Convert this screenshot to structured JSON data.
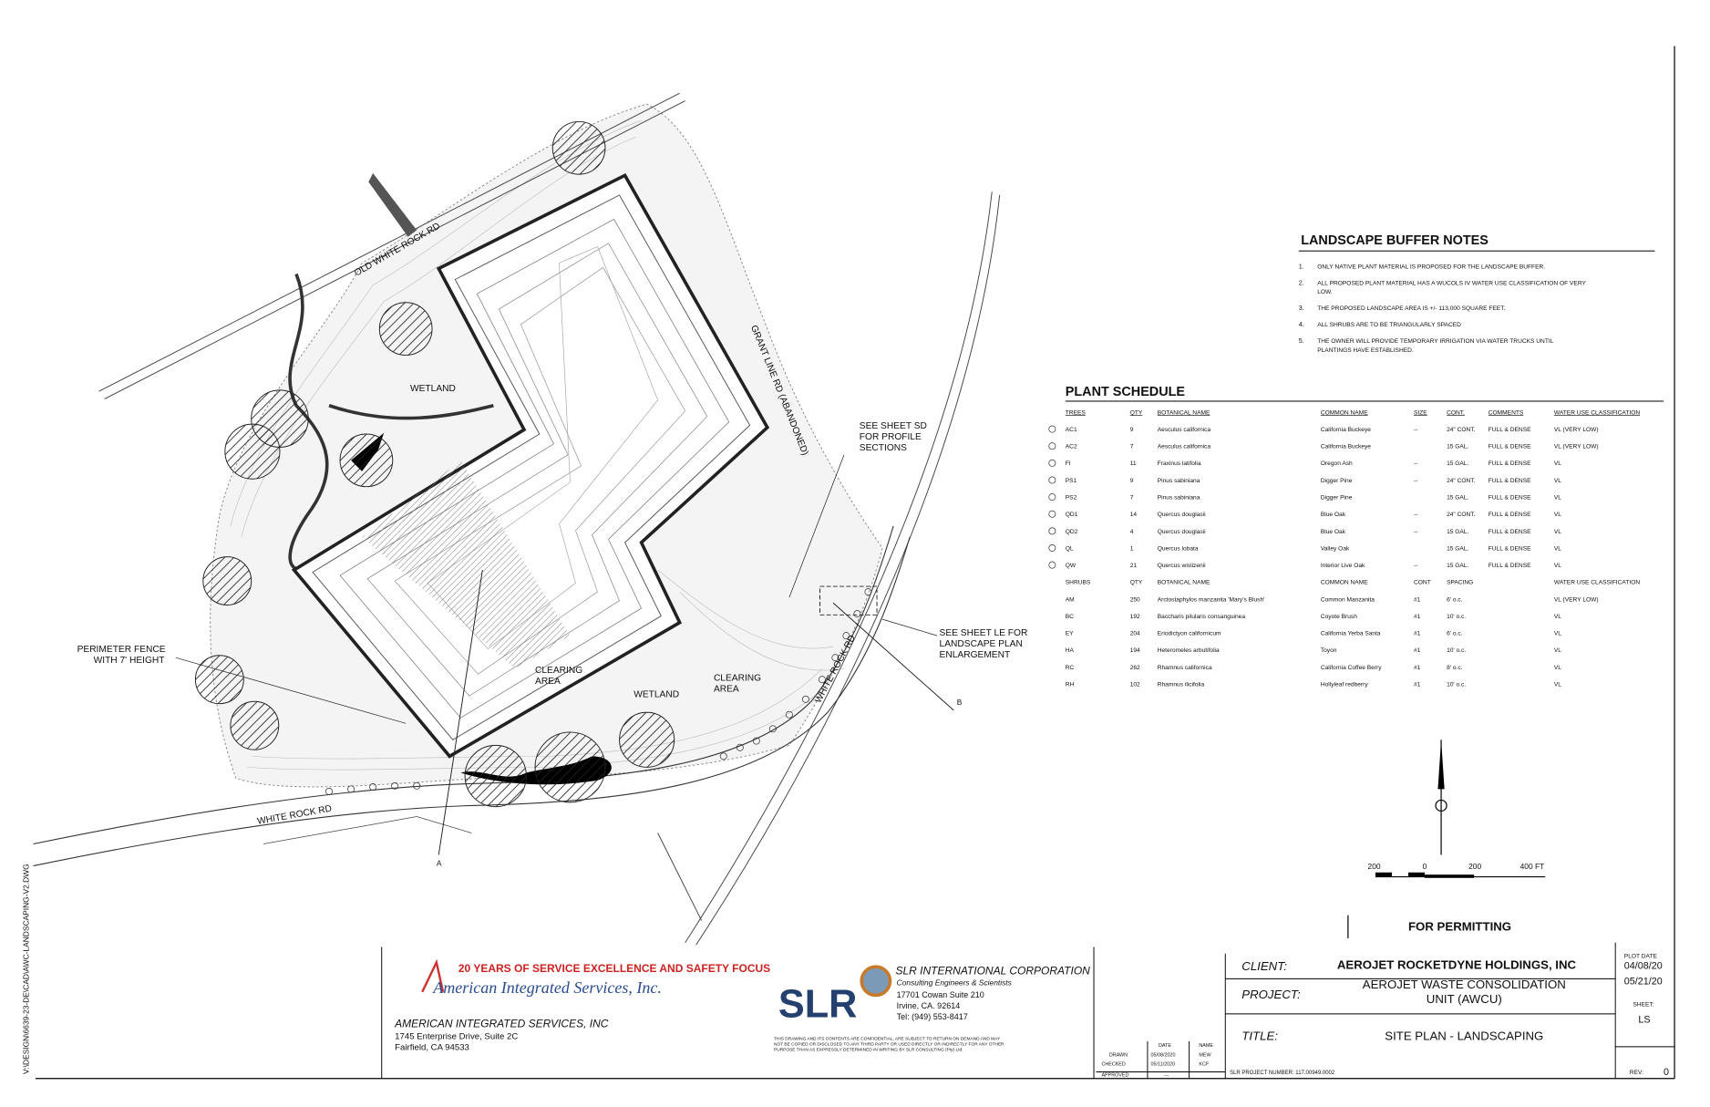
{
  "file_path": "V:\\DESIGN\\6639-23-DE\\CAD\\AWC-LANDSCAPING-V2.DWG",
  "plan_labels": {
    "old_white_rock_rd": "OLD WHITE ROCK RD",
    "grant_line_rd": "GRANT LINE RD (ABANDONED)",
    "white_rock_rd_east": "WHITE ROCK RD",
    "white_rock_rd_south": "WHITE ROCK RD",
    "wetland_north": "WETLAND",
    "wetland_south": "WETLAND",
    "clearing_area_1": [
      "CLEARING",
      "AREA"
    ],
    "clearing_area_2": [
      "CLEARING",
      "AREA"
    ],
    "see_sheet_sd": [
      "SEE SHEET SD",
      "FOR PROFILE",
      "SECTIONS"
    ],
    "see_sheet_le": [
      "SEE SHEET LE FOR",
      "LANDSCAPE PLAN",
      "ENLARGEMENT"
    ],
    "perimeter_fence": [
      "PERIMETER FENCE",
      "WITH 7' HEIGHT"
    ],
    "section_a": "A",
    "section_b": "B"
  },
  "scale_bar": {
    "ticks": [
      "200",
      "0",
      "200",
      "400 FT"
    ]
  },
  "for_permitting": "FOR PERMITTING",
  "buffer_notes": {
    "title": "LANDSCAPE BUFFER NOTES",
    "items": [
      {
        "num": "1.",
        "lines": [
          "ONLY NATIVE PLANT MATERIAL IS PROPOSED FOR THE LANDSCAPE BUFFER."
        ]
      },
      {
        "num": "2.",
        "lines": [
          "ALL PROPOSED PLANT MATERIAL HAS A WUCOLS IV WATER USE CLASSIFICATION OF VERY",
          "LOW."
        ]
      },
      {
        "num": "3.",
        "lines": [
          "THE PROPOSED LANDSCAPE AREA IS +/- 113,000 SQUARE FEET."
        ]
      },
      {
        "num": "4.",
        "lines": [
          "ALL SHRUBS ARE TO BE TRIANGULARLY SPACED"
        ]
      },
      {
        "num": "5.",
        "lines": [
          "THE OWNER WILL PROVIDE TEMPORARY IRRIGATION VIA WATER TRUCKS UNTIL",
          "PLANTINGS HAVE ESTABLISHED."
        ]
      }
    ]
  },
  "plant_schedule": {
    "title": "PLANT SCHEDULE",
    "tree_headers": [
      "TREES",
      "QTY",
      "BOTANICAL NAME",
      "COMMON NAME",
      "SIZE",
      "CONT.",
      "COMMENTS",
      "WATER USE CLASSIFICATION"
    ],
    "trees": [
      [
        "AC1",
        "9",
        "Aesculus californica",
        "California Buckeye",
        "--",
        "24\" CONT.",
        "FULL & DENSE",
        "VL (VERY LOW)"
      ],
      [
        "AC2",
        "7",
        "Aesculus californica",
        "California Buckeye",
        "",
        "15 GAL.",
        "FULL & DENSE",
        "VL (VERY LOW)"
      ],
      [
        "FI",
        "11",
        "Fraxinus latifolia",
        "Oregon Ash",
        "--",
        "15 GAL.",
        "FULL & DENSE",
        "VL"
      ],
      [
        "PS1",
        "9",
        "Pinus sabiniana",
        "Digger Pine",
        "--",
        "24\" CONT.",
        "FULL & DENSE",
        "VL"
      ],
      [
        "PS2",
        "7",
        "Pinus sabiniana",
        "Digger Pine",
        "",
        "15 GAL.",
        "FULL & DENSE",
        "VL"
      ],
      [
        "QD1",
        "14",
        "Quercus douglasii",
        "Blue Oak",
        "--",
        "24\" CONT.",
        "FULL & DENSE",
        "VL"
      ],
      [
        "QD2",
        "4",
        "Quercus douglasii",
        "Blue Oak",
        "--",
        "15 GAL.",
        "FULL & DENSE",
        "VL"
      ],
      [
        "QL",
        "1",
        "Quercus lobata",
        "Valley Oak",
        "",
        "15 GAL.",
        "FULL & DENSE",
        "VL"
      ],
      [
        "QW",
        "21",
        "Quercus wislizenii",
        "Interior Live Oak",
        "--",
        "15 GAL.",
        "FULL & DENSE",
        "VL"
      ]
    ],
    "shrub_headers": [
      "SHRUBS",
      "QTY",
      "BOTANICAL NAME",
      "COMMON NAME",
      "CONT",
      "SPACING",
      "",
      "WATER USE CLASSIFICATION"
    ],
    "shrubs": [
      [
        "AM",
        "250",
        "Arctostaphylos manzanita 'Mary's Blush'",
        "Common Manzanita",
        "#1",
        "6' o.c.",
        "",
        "VL (VERY LOW)"
      ],
      [
        "BC",
        "192",
        "Baccharis pilularis consanguinea",
        "Coyote Brush",
        "#1",
        "10' o.c.",
        "",
        "VL"
      ],
      [
        "EY",
        "204",
        "Eriodictyon californicum",
        "California Yerba Santa",
        "#1",
        "6' o.c.",
        "",
        "VL"
      ],
      [
        "HA",
        "194",
        "Heteromeles arbutifolia",
        "Toyon",
        "#1",
        "10' o.c.",
        "",
        "VL"
      ],
      [
        "RC",
        "262",
        "Rhamnus californica",
        "California Coffee Berry",
        "#1",
        "8' o.c.",
        "",
        "VL"
      ],
      [
        "RH",
        "102",
        "Rhamnus ilicifolia",
        "Hollyleaf redberry",
        "#1",
        "10' o.c.",
        "",
        "VL"
      ]
    ]
  },
  "ais": {
    "logo_tagline": "20 YEARS OF SERVICE EXCELLENCE AND SAFETY FOCUS",
    "logo_script": "American Integrated Services, Inc.",
    "name": "AMERICAN INTEGRATED SERVICES, INC",
    "address1": "1745 Enterprise Drive, Suite 2C",
    "address2": "Fairfield, CA 94533"
  },
  "slr": {
    "logo": "SLR",
    "name": "SLR INTERNATIONAL CORPORATION",
    "subtitle": "Consulting Engineers & Scientists",
    "address1": "17701 Cowan Suite 210",
    "address2": "Irvine, CA. 92614",
    "phone": "Tel: (949) 553-8417",
    "disclaimer": [
      "THIS DRAWING AND ITS CONTENTS ARE CONFIDENTIAL, ARE SUBJECT TO RETURN ON DEMAND AND MAY",
      "NOT BE COPIED OR DISCLOSED TO ANY THIRD PARTY OR USED DIRECTLY OR INDIRECTLY FOR ANY OTHER",
      "PURPOSE THAN AS EXPRESSLY DETERMINED IN WRITING BY SLR CONSULTING (Pty) Ltd."
    ]
  },
  "signoff": {
    "date_header": "DATE",
    "name_header": "NAME",
    "rows": [
      [
        "DRAWN",
        "05/08/2020",
        "MEW"
      ],
      [
        "CHECKED",
        "05/11/2020",
        "KCF"
      ],
      [
        "APPROVED",
        "---",
        ""
      ]
    ]
  },
  "title_block": {
    "client_label": "CLIENT:",
    "client": "AEROJET ROCKETDYNE HOLDINGS, INC",
    "project_label": "PROJECT:",
    "project": [
      "AEROJET WASTE CONSOLIDATION",
      "UNIT (AWCU)"
    ],
    "title_label": "TITLE:",
    "title": "SITE PLAN - LANDSCAPING",
    "project_number": "SLR PROJECT NUMBER: 117.00949.0002",
    "plot_date_label": "PLOT DATE",
    "plot_dates": [
      "04/08/20",
      "05/21/20"
    ],
    "sheet_label": "SHEET:",
    "sheet": "LS",
    "rev_label": "REV:",
    "rev": "0"
  }
}
